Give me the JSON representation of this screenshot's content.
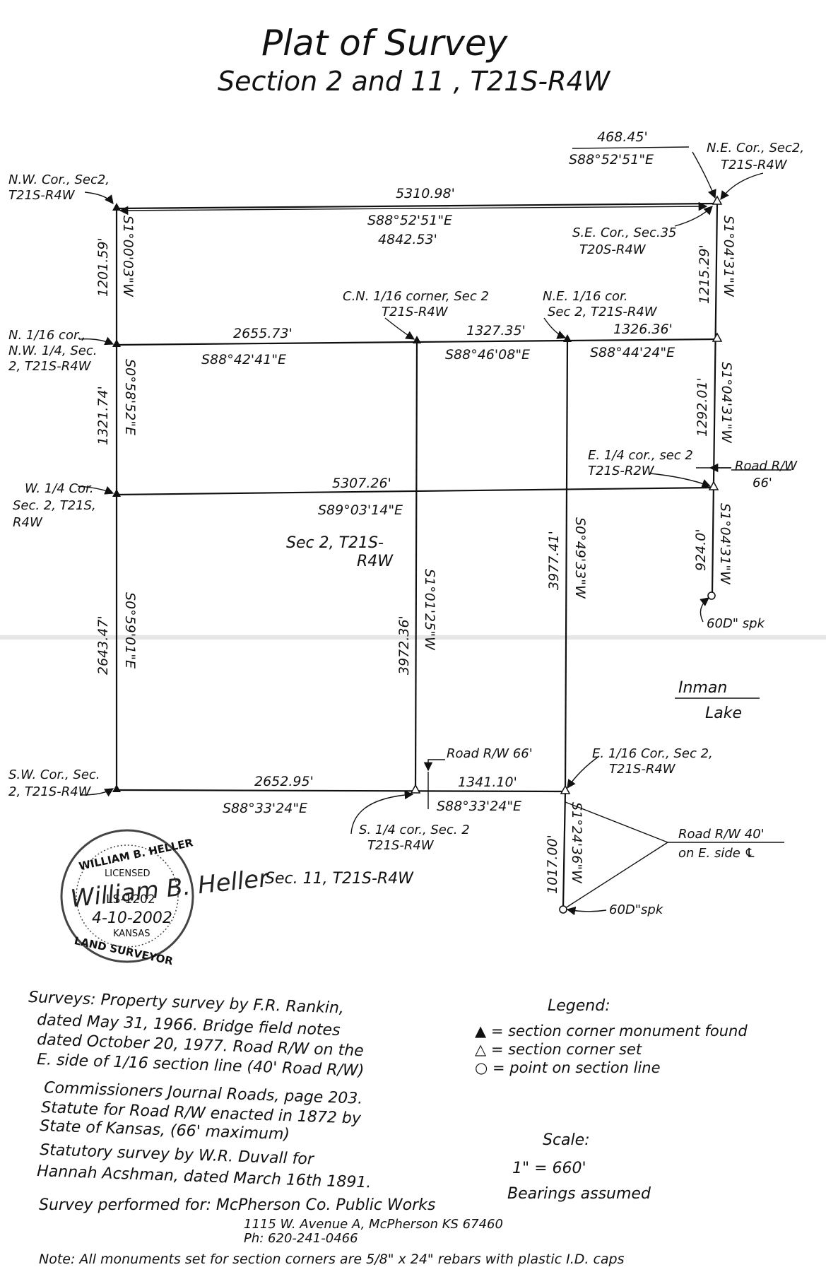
{
  "title": "Plat of Survey",
  "subtitle": "Section 2 and 11 , T21S-R4W",
  "corners": {
    "nw_sec2": [
      "N.W. Cor., Sec2,",
      "T21S-R4W"
    ],
    "ne_sec2": [
      "N.E. Cor., Sec2,",
      "T21S-R4W"
    ],
    "se_sec35": [
      "S.E. Cor., Sec.35",
      "T20S-R4W"
    ],
    "cn16_sec2": [
      "C.N. 1/16 corner, Sec 2",
      "T21S-R4W"
    ],
    "ne16_sec2": [
      "N.E. 1/16 cor.",
      "Sec 2, T21S-R4W"
    ],
    "n16_nw4": [
      "N. 1/16 cor.,",
      "N.W. 1/4, Sec.",
      "2, T21S-R4W"
    ],
    "w4_sec2": [
      "W. 1/4 Cor.",
      "Sec. 2, T21S,",
      "R4W"
    ],
    "e4_sec2": [
      "E. 1/4 cor., sec 2",
      "T21S-R2W"
    ],
    "sw_sec2": [
      "S.W. Cor., Sec.",
      "2, T21S-R4W"
    ],
    "s4_sec2": [
      "S. 1/4 cor., Sec. 2",
      "T21S-R4W"
    ],
    "e16_sec2": [
      "E. 1/16 Cor., Sec 2,",
      "T21S-R4W"
    ]
  },
  "measurements": {
    "top_short_dist": "468.45'",
    "top_short_bear": "S88°52'51\"E",
    "north_dist": "5310.98'",
    "north_bear": "S88°52'51\"E",
    "diag_dist": "4842.53'",
    "nw_west_dist": "1201.59'",
    "nw_west_bear": "S1°00'03\"W",
    "ne_east_dist": "1215.29'",
    "ne_east_bear": "S1°04'31\"W",
    "n16_w_dist": "2655.73'",
    "n16_w_bear": "S88°42'41\"E",
    "n16_m_dist": "1327.35'",
    "n16_m_bear": "S88°46'08\"E",
    "n16_e_dist": "1326.36'",
    "n16_e_bear": "S88°44'24\"E",
    "w_mid_dist": "1321.74'",
    "w_mid_bear": "S0°58'52\"E",
    "e_mid_dist": "1292.01'",
    "e_mid_bear": "S1°04'31\"W",
    "quarter_dist": "5307.26'",
    "quarter_bear": "S89°03'14\"E",
    "w_south_dist": "2643.47'",
    "w_south_bear": "S0°59'01\"E",
    "center_dist": "3972.36'",
    "center_bear": "S1°01'25\"W",
    "e16_dist": "3977.41'",
    "e16_bear": "S0°49'33\"W",
    "e_south_dist": "924.0'",
    "e_south_bear": "S1°04'31\"W",
    "south_w_dist": "2652.95'",
    "south_w_bear": "S88°33'24\"E",
    "south_e_dist": "1341.10'",
    "south_e_bear": "S88°33'24\"E",
    "sec11_dist": "1017.00'",
    "sec11_bear": "S1°24'36\"W"
  },
  "annotations": {
    "sec2": [
      "Sec 2, T21S-",
      "R4W"
    ],
    "sec11": "Sec. 11, T21S-R4W",
    "inman_lake": [
      "Inman",
      "Lake"
    ],
    "road_rw_east": [
      "Road R/W",
      "66'"
    ],
    "road_rw_south": "Road R/W 66'",
    "road_rw_40": [
      "Road R/W 40'",
      "on E. side ℄"
    ],
    "spk_east": "60D\" spk",
    "spk_south": "60D\"spk"
  },
  "seal": {
    "name": "WILLIAM B. HELLER",
    "licensed": "LICENSED",
    "number": "LS-1202",
    "date": "4-10-2002",
    "state": "KANSAS",
    "role": "LAND SURVEYOR",
    "signature": "William B. Heller"
  },
  "notes": [
    "Surveys: Property survey by F.R. Rankin,",
    "dated May 31, 1966. Bridge field notes",
    "dated October 20, 1977. Road R/W on the",
    "E. side of 1/16 section line (40' Road R/W)",
    "Commissioners Journal Roads, page 203.",
    "Statute for Road R/W enacted in 1872 by",
    "State of Kansas, (66' maximum)",
    "Statutory survey by W.R. Duvall for",
    "Hannah Acshman, dated March 16th 1891."
  ],
  "legend": {
    "title": "Legend:",
    "items": [
      "▲ = section corner monument found",
      "△ = section corner set",
      "○ = point on section line"
    ]
  },
  "scale": {
    "title": "Scale:",
    "value": "1\" = 660'",
    "bearings": "Bearings assumed"
  },
  "performed_for": [
    "Survey performed for: McPherson Co. Public Works",
    "1115 W. Avenue A, McPherson KS 67460",
    "Ph: 620-241-0466"
  ],
  "footnote": "Note: All monuments set for section corners are 5/8\" x 24\" rebars with plastic I.D. caps"
}
